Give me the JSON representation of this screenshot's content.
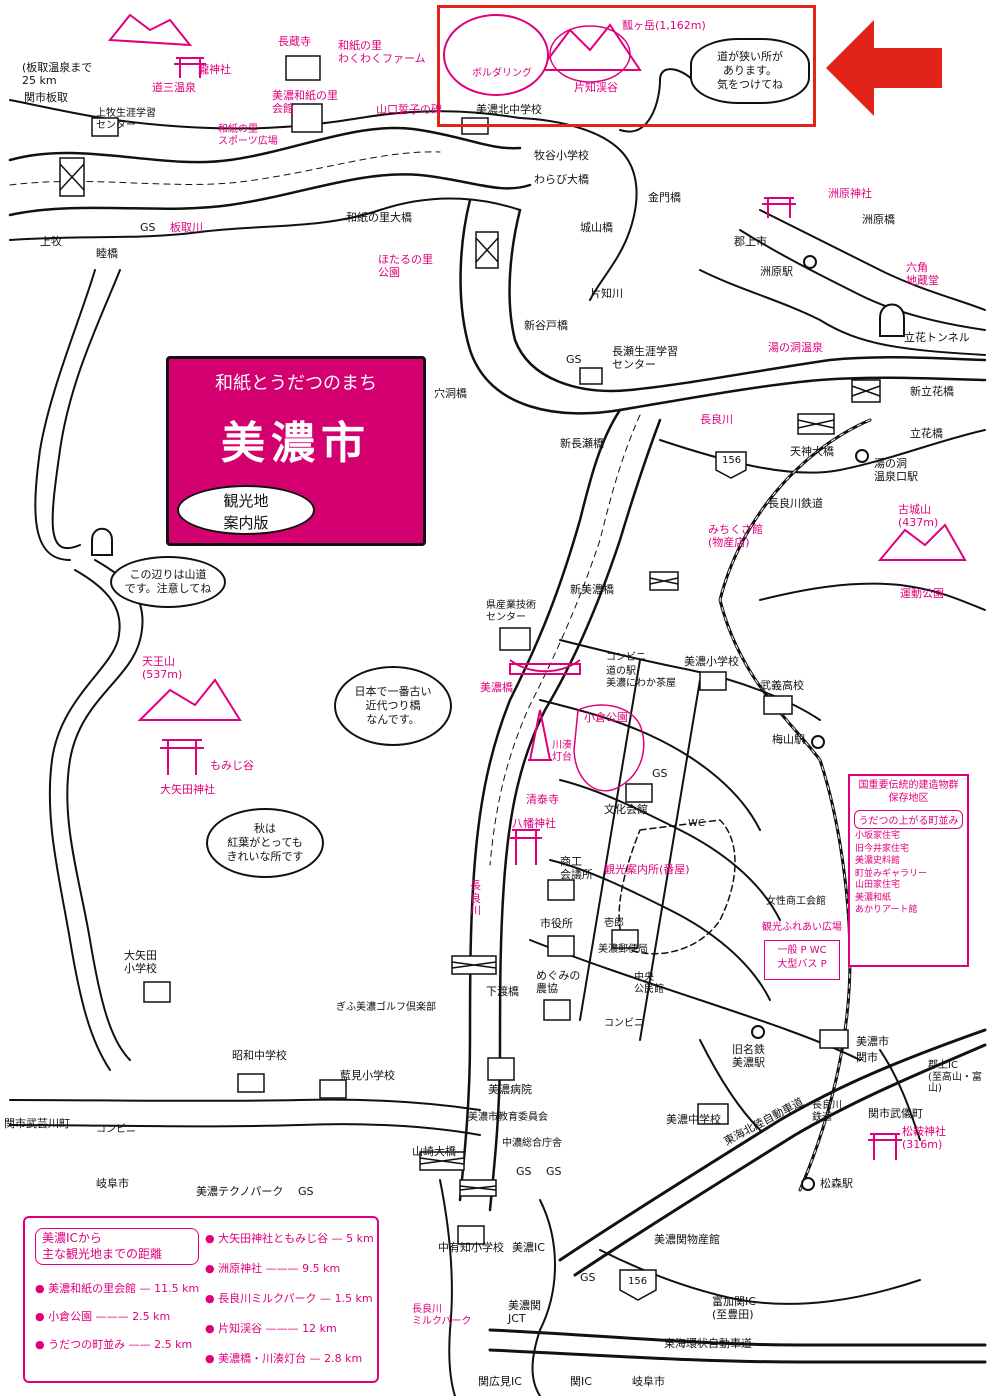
{
  "colors": {
    "accent": "#e0007c",
    "title_bg": "#d4006f",
    "highlight": "#e2231a",
    "ink": "#111111"
  },
  "title": {
    "subtitle": "和紙とうだつのまち",
    "main": "美濃市",
    "oval": "観光地\n案内版"
  },
  "callouts": {
    "narrow_road": "道が狭い所が\nあります。\n気をつけてね",
    "mountain_road": "この辺りは山道\nです。注意してね",
    "oldest_bridge": "日本で一番古い\n近代つり橋\nなんです。",
    "autumn_leaves": "秋は\n紅葉がとっても\nきれいな所です"
  },
  "labels": {
    "itadori_onsen": "(板取温泉まで\n25 km",
    "seki_itadori": "関市板取",
    "taki_jinja": "瀧神社",
    "dosan_onsen": "道三温泉",
    "chozoji": "長蔵寺",
    "washi_farm": "和紙の里\nわくわくファーム",
    "mino_washi_sato": "美濃和紙の里\n会館",
    "yamaguchi_monument": "山口誓子の碑",
    "kamimaki_center": "上牧生涯学習\nセンター",
    "washi_sports": "和紙の里\nスポーツ広場",
    "mino_kita_jhs": "美濃北中学校",
    "boulder": "ボルダリング",
    "hyoge": "瓢ヶ岳(1,162m)",
    "katachi_valley": "片知渓谷",
    "makitani_es": "牧谷小学校",
    "warabi_bridge": "わらび大橋",
    "washi_ohashi": "和紙の里大橋",
    "itadori_river": "板取川",
    "gs1": "GS",
    "kamimaki": "上牧",
    "mutsumi_bridge": "睦橋",
    "kinmon_bridge": "金門橋",
    "shiroyama_bridge": "城山橋",
    "gujo_city": "郡上市",
    "suhara_jinja": "洲原神社",
    "suhara_bridge": "洲原橋",
    "suhara_sta": "洲原駅",
    "rokkaku_jizo": "六角\n地蔵堂",
    "yunohora_onsen": "湯の洞温泉",
    "tachibana_tunnel": "立花トンネル",
    "shin_tachibana": "新立花橋",
    "tachibana_bridge": "立花橋",
    "hotaru_park": "ほたるの里\n公園",
    "katachi_river": "片知川",
    "shin_yadoto": "新谷戸橋",
    "gs2": "GS",
    "nagase_center": "長瀬生涯学習\nセンター",
    "anahora_bridge": "穴洞橋",
    "shin_nagase": "新長瀬橋",
    "nagara_river": "長良川",
    "tenjin_bridge": "天神大橋",
    "yunohora_sta": "湯の洞\n温泉口駅",
    "route156": "156",
    "nagara_railway": "長良川鉄道",
    "kojoyama": "古城山\n(437m)",
    "michikusa": "みちくさ館\n(物産店)",
    "undo_park": "運動公園",
    "shin_mino_bridge": "新美濃橋",
    "kensangyo": "県産業技術\nセンター",
    "mino_es": "美濃小学校",
    "conv1": "コンビニ",
    "michinoeki": "道の駅\n美濃にわか茶屋",
    "mino_bridge": "美濃橋",
    "bukou_hs": "武義高校",
    "ogura_park": "小倉公園",
    "kawaminato": "川湊\n灯台",
    "umeyama_sta": "梅山駅",
    "tennozan": "天王山\n(537m)",
    "momijidani": "もみじ谷",
    "oyada_jinja": "大矢田神社",
    "seitaiji": "清泰寺",
    "hachiman_jinja": "八幡神社",
    "bunka_kaikan": "文化会館",
    "gs3": "GS",
    "wc1": "WC",
    "heritage_title": "国重要伝統的建造物群\n保存地区",
    "udatsu_row": "うだつの上がる町並み",
    "heritage_items": [
      "小坂家住宅",
      "旧今井家住宅\n美濃史料館",
      "町並みギャラリー\n山田家住宅",
      "美濃和紙\nあかりアート館"
    ],
    "shoko": "商工\n会議所",
    "kanko_annai": "観光案内所(番屋)",
    "josei_shoko": "女性商工会館",
    "fureai_hiroba": "観光ふれあい広場",
    "parking_box": "一般 P WC\n大型バス P",
    "shiyakusho": "市役所",
    "ichiko": "壱郎",
    "mino_yubinkyoku": "美濃郵便局",
    "chuo_kominkan": "中央\n公民館",
    "megumi_kyokai": "めぐみの\n農協",
    "conv2": "コンビニ",
    "nagara_river2": "長良川",
    "shimowatari": "下渡橋",
    "oyada_es": "大矢田\n小学校",
    "golf": "ぎふ美濃ゴルフ倶楽部",
    "showa_jhs": "昭和中学校",
    "aishi_es": "藍見小学校",
    "mino_byoin": "美濃病院",
    "kyoiku_iinkai": "美濃市教育委員会",
    "chuno_sogo": "中濃総合庁舎",
    "mino_jhs": "美濃中学校",
    "kyu_meisen": "旧名鉄\n美濃駅",
    "mino_city2": "美濃市",
    "seki_city": "関市",
    "tokai_hokuriku": "東海北陸自動車道",
    "gujo_ic": "郡上IC\n(至高山・富山)",
    "seki_buki": "関市武儀町",
    "matsumori_jinja": "松鞍神社\n(316m)",
    "matsumori_sta": "松森駅",
    "nagara_railway2": "長良川\n鉄道",
    "seki_mugegawa": "関市武芸川町",
    "conv3": "コンビニ",
    "gifu_city": "岐阜市",
    "techno_park": "美濃テクノパーク",
    "gs4": "GS",
    "yamasaki_bridge": "山崎大橋",
    "gs5": "GS",
    "gs6": "GS",
    "naka_uchi_es": "中有知小学校",
    "mino_ic": "美濃IC",
    "mino_kanto": "美濃関物産館",
    "gs7": "GS",
    "tomika_ic": "富加関IC\n(至豊田)",
    "mino_seki_jct": "美濃関\nJCT",
    "milk_park": "長良川\nミルクパーク",
    "tokai_kanjo": "東海環状自動車道",
    "seki_hiromi_ic": "関広見IC",
    "seki_ic": "関IC",
    "gifu_city2": "岐阜市",
    "route156b": "156"
  },
  "distances": {
    "header": "美濃ICから\n主な観光地までの距離",
    "items": [
      {
        "name": "美濃和紙の里会館",
        "km": "11.5 km"
      },
      {
        "name": "小倉公園",
        "km": "2.5 km"
      },
      {
        "name": "うだつの町並み",
        "km": "2.5 km"
      },
      {
        "name": "大矢田神社ともみじ谷",
        "km": "5 km"
      },
      {
        "name": "洲原神社",
        "km": "9.5 km"
      },
      {
        "name": "長良川ミルクパーク",
        "km": "1.5 km"
      },
      {
        "name": "片知渓谷",
        "km": "12 km"
      },
      {
        "name": "美濃橋・川湊灯台",
        "km": "2.8 km"
      }
    ]
  }
}
